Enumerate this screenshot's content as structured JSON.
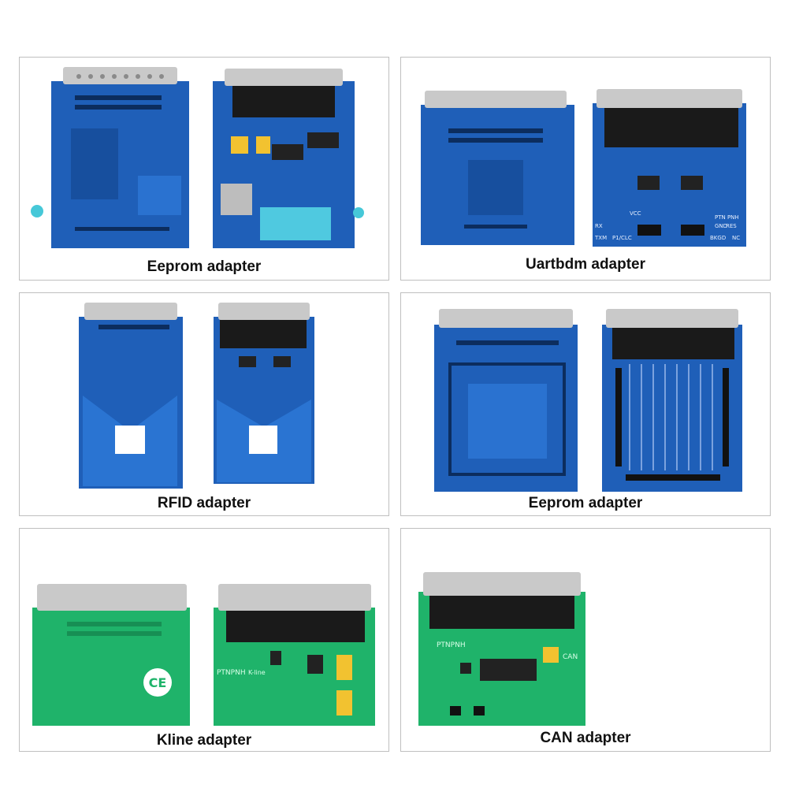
{
  "panels": [
    {
      "caption": "Eeprom adapter"
    },
    {
      "caption": "Uartbdm adapter",
      "silk": {
        "rx": "RX",
        "txm": "TXM",
        "p1clc": "P1/CLC",
        "vcc": "VCC",
        "bkgd": "BKGD",
        "nc": "NC",
        "gnd": "GND",
        "res": "RES",
        "ptnpnh": "PTN PNH"
      }
    },
    {
      "caption": "RFID adapter"
    },
    {
      "caption": "Eeprom adapter"
    },
    {
      "caption": "Kline adapter",
      "silk": {
        "brand": "PTNPNH",
        "kline": "K-line"
      }
    },
    {
      "caption": "CAN adapter",
      "silk": {
        "brand": "PTNPNH",
        "can": "CAN"
      }
    }
  ],
  "colors": {
    "blue_board": "#1f5fb8",
    "blue_dark": "#154a96",
    "green_board": "#1fb36a",
    "green_dark": "#178f54",
    "connector_metal": "#c9c9c9",
    "connector_black": "#1a1a1a",
    "panel_border": "#bfbfbf"
  }
}
